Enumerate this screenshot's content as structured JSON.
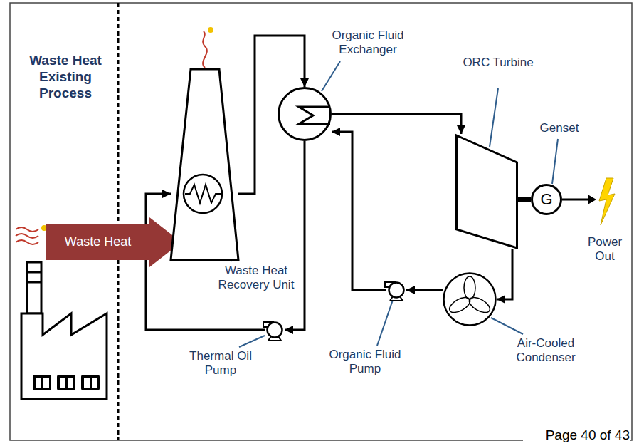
{
  "diagram": {
    "nodes": [
      {
        "text": [
          "Waste Heat"
        ]
      },
      {
        "text": [
          "Waste Heat Recovery Unit"
        ]
      },
      {
        "text": [
          "Organic Fluid Exchanger"
        ]
      },
      {
        "text": [
          "ORC Turbine"
        ]
      },
      {
        "text": [
          "Genset",
          "G"
        ]
      },
      {
        "text": [
          "Air-Cooled Condenser"
        ]
      },
      {
        "text": [
          "Organic Fluid Pump"
        ]
      },
      {
        "text": [
          "Thermal Oil Pump"
        ]
      }
    ],
    "edges": [
      {
        "from": 1,
        "to": 2,
        "arrow": "to"
      },
      {
        "from": 2,
        "to": 7,
        "arrow": "to"
      },
      {
        "from": 7,
        "to": 1,
        "arrow": "to"
      },
      {
        "from": 2,
        "to": 3,
        "arrow": "to"
      },
      {
        "from": 3,
        "to": 4,
        "arrow": "none"
      },
      {
        "from": 3,
        "to": 5,
        "arrow": "to"
      },
      {
        "from": 5,
        "to": 6,
        "arrow": "to"
      },
      {
        "from": 6,
        "to": 2,
        "arrow": "to"
      }
    ],
    "labels": [
      "Waste Heat Existing Process",
      "Power Out",
      "Page 40 of 43"
    ]
  }
}
